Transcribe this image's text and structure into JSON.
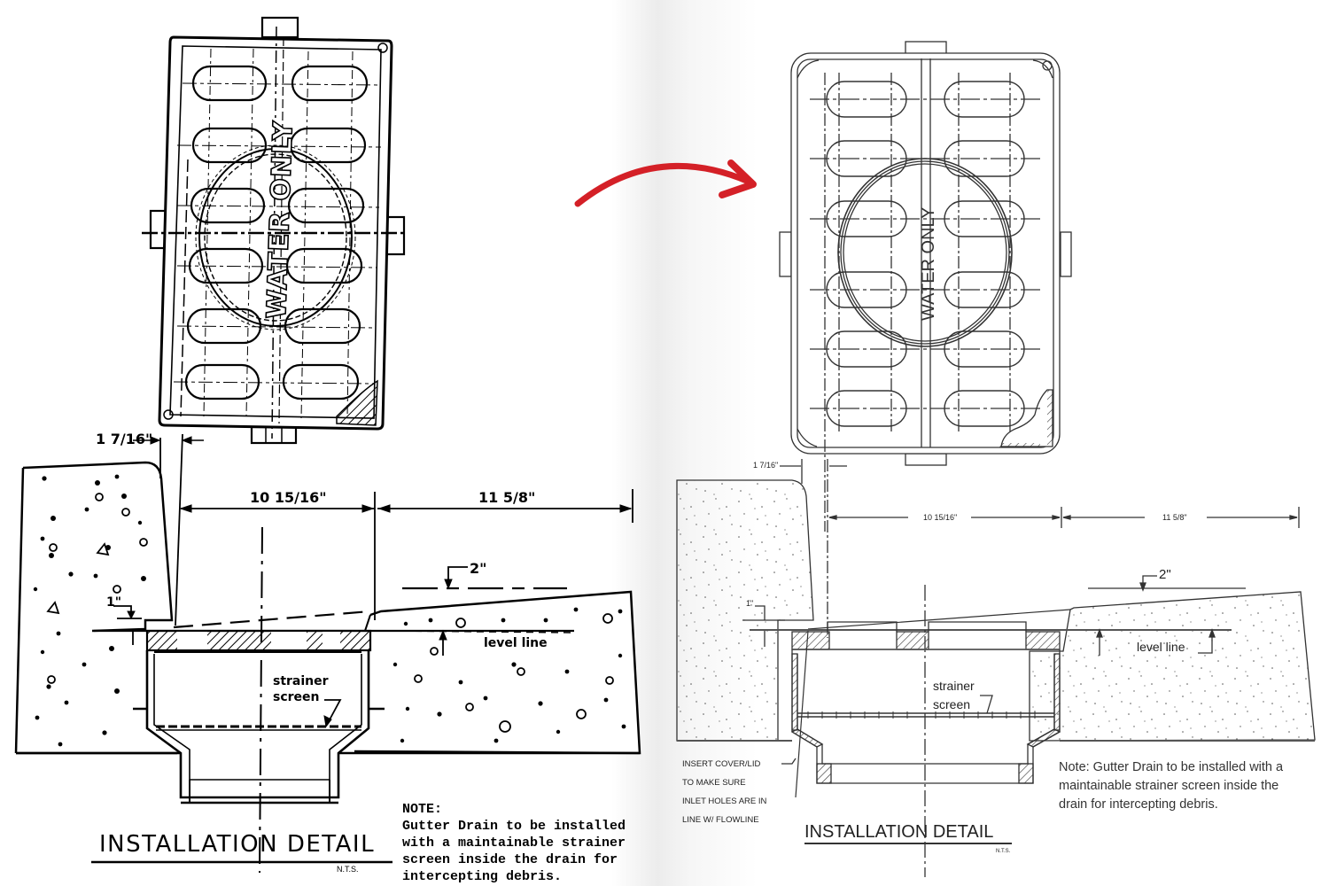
{
  "comparison": {
    "arrow": {
      "icon": "curved-arrow-right-icon",
      "color": "#d42027"
    }
  },
  "original": {
    "grate": {
      "stamp": "WATER ONLY",
      "slot_rows": 6,
      "slot_cols": 2
    },
    "dimensions": {
      "lip_offset": "1 7/16\"",
      "width_a": "10 15/16\"",
      "width_b": "11 5/8\"",
      "rise_right": "2\"",
      "drop_left": "1\""
    },
    "labels": {
      "level_line": "level line",
      "strainer_line1": "strainer",
      "strainer_line2": "screen"
    },
    "title": "INSTALLATION DETAIL",
    "scale": "N.T.S.",
    "note": {
      "heading": "NOTE:",
      "lines": [
        "Gutter Drain to be installed",
        "with a maintainable strainer",
        "screen inside the drain for",
        "intercepting debris."
      ]
    }
  },
  "redrawn": {
    "grate": {
      "stamp": "WATER ONLY",
      "slot_rows": 6,
      "slot_cols": 2
    },
    "dimensions": {
      "lip_offset": "1 7/16\"",
      "width_a": "10 15/16\"",
      "width_b": "11 5/8\"",
      "rise_right": "2\"",
      "drop_left": "1\""
    },
    "labels": {
      "level_line": "level line",
      "strainer_line1": "strainer",
      "strainer_line2": "screen"
    },
    "callout": [
      "INSERT COVER/LID",
      "TO MAKE SURE",
      "INLET HOLES ARE IN",
      "LINE W/ FLOWLINE"
    ],
    "title": "INSTALLATION DETAIL",
    "scale": "N.T.S.",
    "note": {
      "lines": [
        "Note: Gutter Drain to be installed with a",
        "maintainable strainer screen inside the",
        "drain for intercepting debris."
      ]
    }
  }
}
